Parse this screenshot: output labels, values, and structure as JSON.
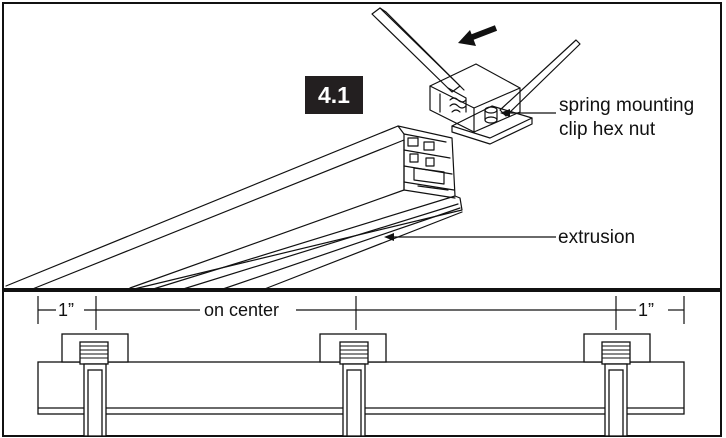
{
  "step": {
    "number": "4.1"
  },
  "callouts": {
    "clip_line1": "spring mounting",
    "clip_line2": "clip hex nut",
    "extrusion": "extrusion"
  },
  "dimensions": {
    "left_offset": "1”",
    "spacing": "on center",
    "right_offset": "1”"
  },
  "colors": {
    "ink": "#111111",
    "badge": "#231f20",
    "paper": "#ffffff"
  }
}
